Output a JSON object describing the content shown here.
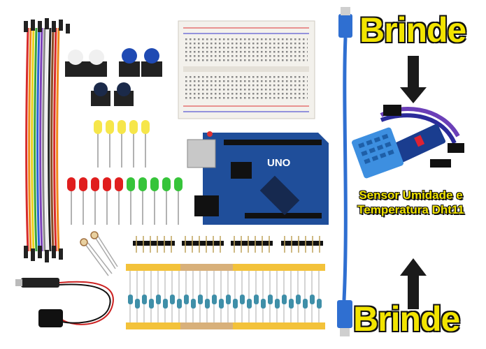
{
  "promo": {
    "badge_top": "Brinde",
    "badge_bottom": "Brinde",
    "sensor_line1": "Sensor Umidade e",
    "sensor_line2": "Temperatura Dht11"
  },
  "board": {
    "model_label": "UNO"
  },
  "colors": {
    "highlight_yellow": "#f2e400",
    "outline": "#111111",
    "board_blue": "#1f4e9a",
    "usb_cable_blue": "#2f6fd1",
    "sensor_blue": "#3d8fe0"
  },
  "icons": {
    "arrow_down": "arrow-down-icon",
    "arrow_up": "arrow-up-icon"
  }
}
